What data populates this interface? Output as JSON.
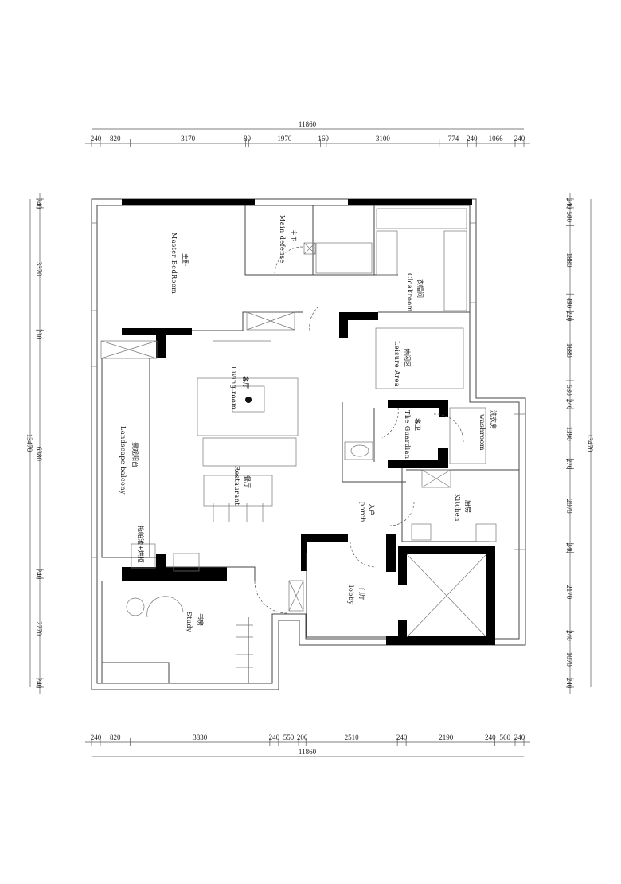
{
  "dimensions": {
    "total_width": "11860",
    "total_height": "13470",
    "top": [
      "240",
      "820",
      "3170",
      "80",
      "1970",
      "160",
      "3100",
      "774",
      "240",
      "1066",
      "240"
    ],
    "bottom": [
      "240",
      "820",
      "3830",
      "240",
      "550",
      "200",
      "2510",
      "240",
      "2190",
      "240",
      "560",
      "240"
    ],
    "left": [
      "240",
      "3370",
      "230",
      "6380",
      "240",
      "2770",
      "240"
    ],
    "right": [
      "240",
      "500",
      "1880",
      "490",
      "220",
      "1680",
      "530",
      "240",
      "1390",
      "270",
      "2070",
      "240",
      "2170",
      "240",
      "1070",
      "240"
    ]
  },
  "rooms": {
    "master_bedroom": {
      "cn": "主卧",
      "en": "Master BedRoom"
    },
    "main_bath": {
      "cn": "主卫",
      "en": "Main defense"
    },
    "cloakroom": {
      "cn": "衣帽间",
      "en": "Cloakroom"
    },
    "leisure": {
      "cn": "休闲区",
      "en": "Leisure Area"
    },
    "living": {
      "cn": "客厅",
      "en": "Living room"
    },
    "balcony": {
      "cn": "景观阳台",
      "en": "Landscape balcony"
    },
    "mop": {
      "cn": "拖帕池+烘柜"
    },
    "restaurant": {
      "cn": "餐厅",
      "en": "Restaurant"
    },
    "porch": {
      "cn": "入户",
      "en": "porch"
    },
    "kitchen": {
      "cn": "厨房",
      "en": "Kitchen"
    },
    "washroom": {
      "cn": "洗衣房",
      "en": "washroom"
    },
    "guest_bath": {
      "cn": "客卫",
      "en": "The Guardian"
    },
    "lobby": {
      "cn": "门厅",
      "en": "lobby"
    },
    "study": {
      "cn": "书房",
      "en": "Study"
    }
  }
}
